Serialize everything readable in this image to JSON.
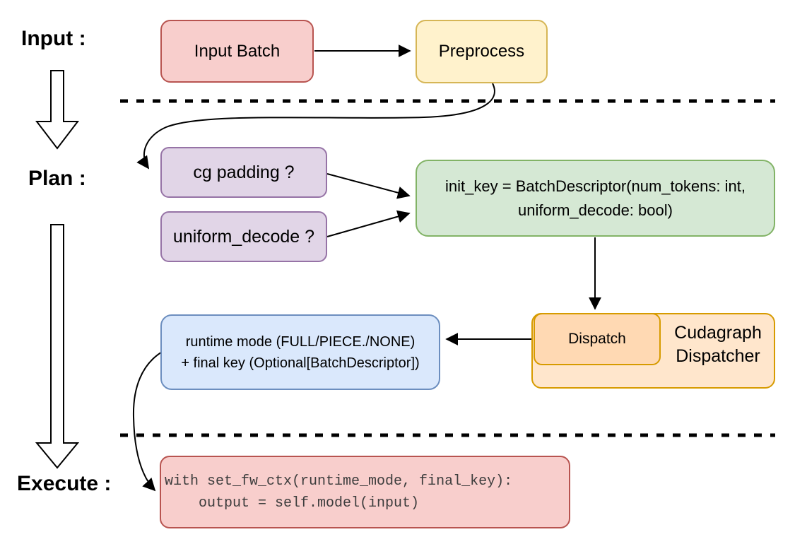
{
  "palette": {
    "red_fill": "#f8cecc",
    "red_stroke": "#b85450",
    "yellow_fill": "#fff2cc",
    "yellow_stroke": "#d6b656",
    "purple_fill": "#e1d5e7",
    "purple_stroke": "#9673a6",
    "green_fill": "#d5e8d4",
    "green_stroke": "#82b366",
    "orange_fill": "#ffe6cc",
    "orange_inner_fill": "#ffd9b3",
    "orange_stroke": "#d79b00",
    "blue_fill": "#dae8fc",
    "blue_stroke": "#6c8ebf",
    "line_color": "#000000",
    "code_text_color": "#3d3d3d"
  },
  "labels": {
    "input": "Input :",
    "plan": "Plan :",
    "execute": "Execute :"
  },
  "nodes": {
    "input_batch": {
      "text": "Input Batch"
    },
    "preprocess": {
      "text": "Preprocess"
    },
    "cg_padding": {
      "text": "cg padding ?"
    },
    "uniform_decode": {
      "text": "uniform_decode ?"
    },
    "init_key": {
      "line1": "init_key = BatchDescriptor(num_tokens: int,",
      "line2": "uniform_decode: bool)"
    },
    "dispatch": {
      "text": "Dispatch"
    },
    "cudagraph_dispatcher": {
      "line1": "Cudagraph",
      "line2": "Dispatcher"
    },
    "runtime": {
      "line1": "runtime mode (FULL/PIECE./NONE)",
      "line2": "+ final key (Optional[BatchDescriptor])"
    },
    "execute_code": {
      "line1": "with set_fw_ctx(runtime_mode, final_key):",
      "line2": "    output = self.model(input)"
    }
  }
}
